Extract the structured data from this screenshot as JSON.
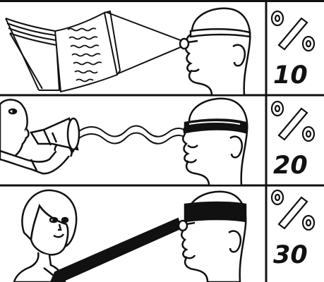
{
  "panels": [
    {
      "id": "reading",
      "percent": "10",
      "band": "thin"
    },
    {
      "id": "hearing",
      "percent": "20",
      "band": "medium"
    },
    {
      "id": "seeing",
      "percent": "30",
      "band": "thick"
    }
  ],
  "colors": {
    "ink": "#111111",
    "paper": "#ffffff"
  }
}
